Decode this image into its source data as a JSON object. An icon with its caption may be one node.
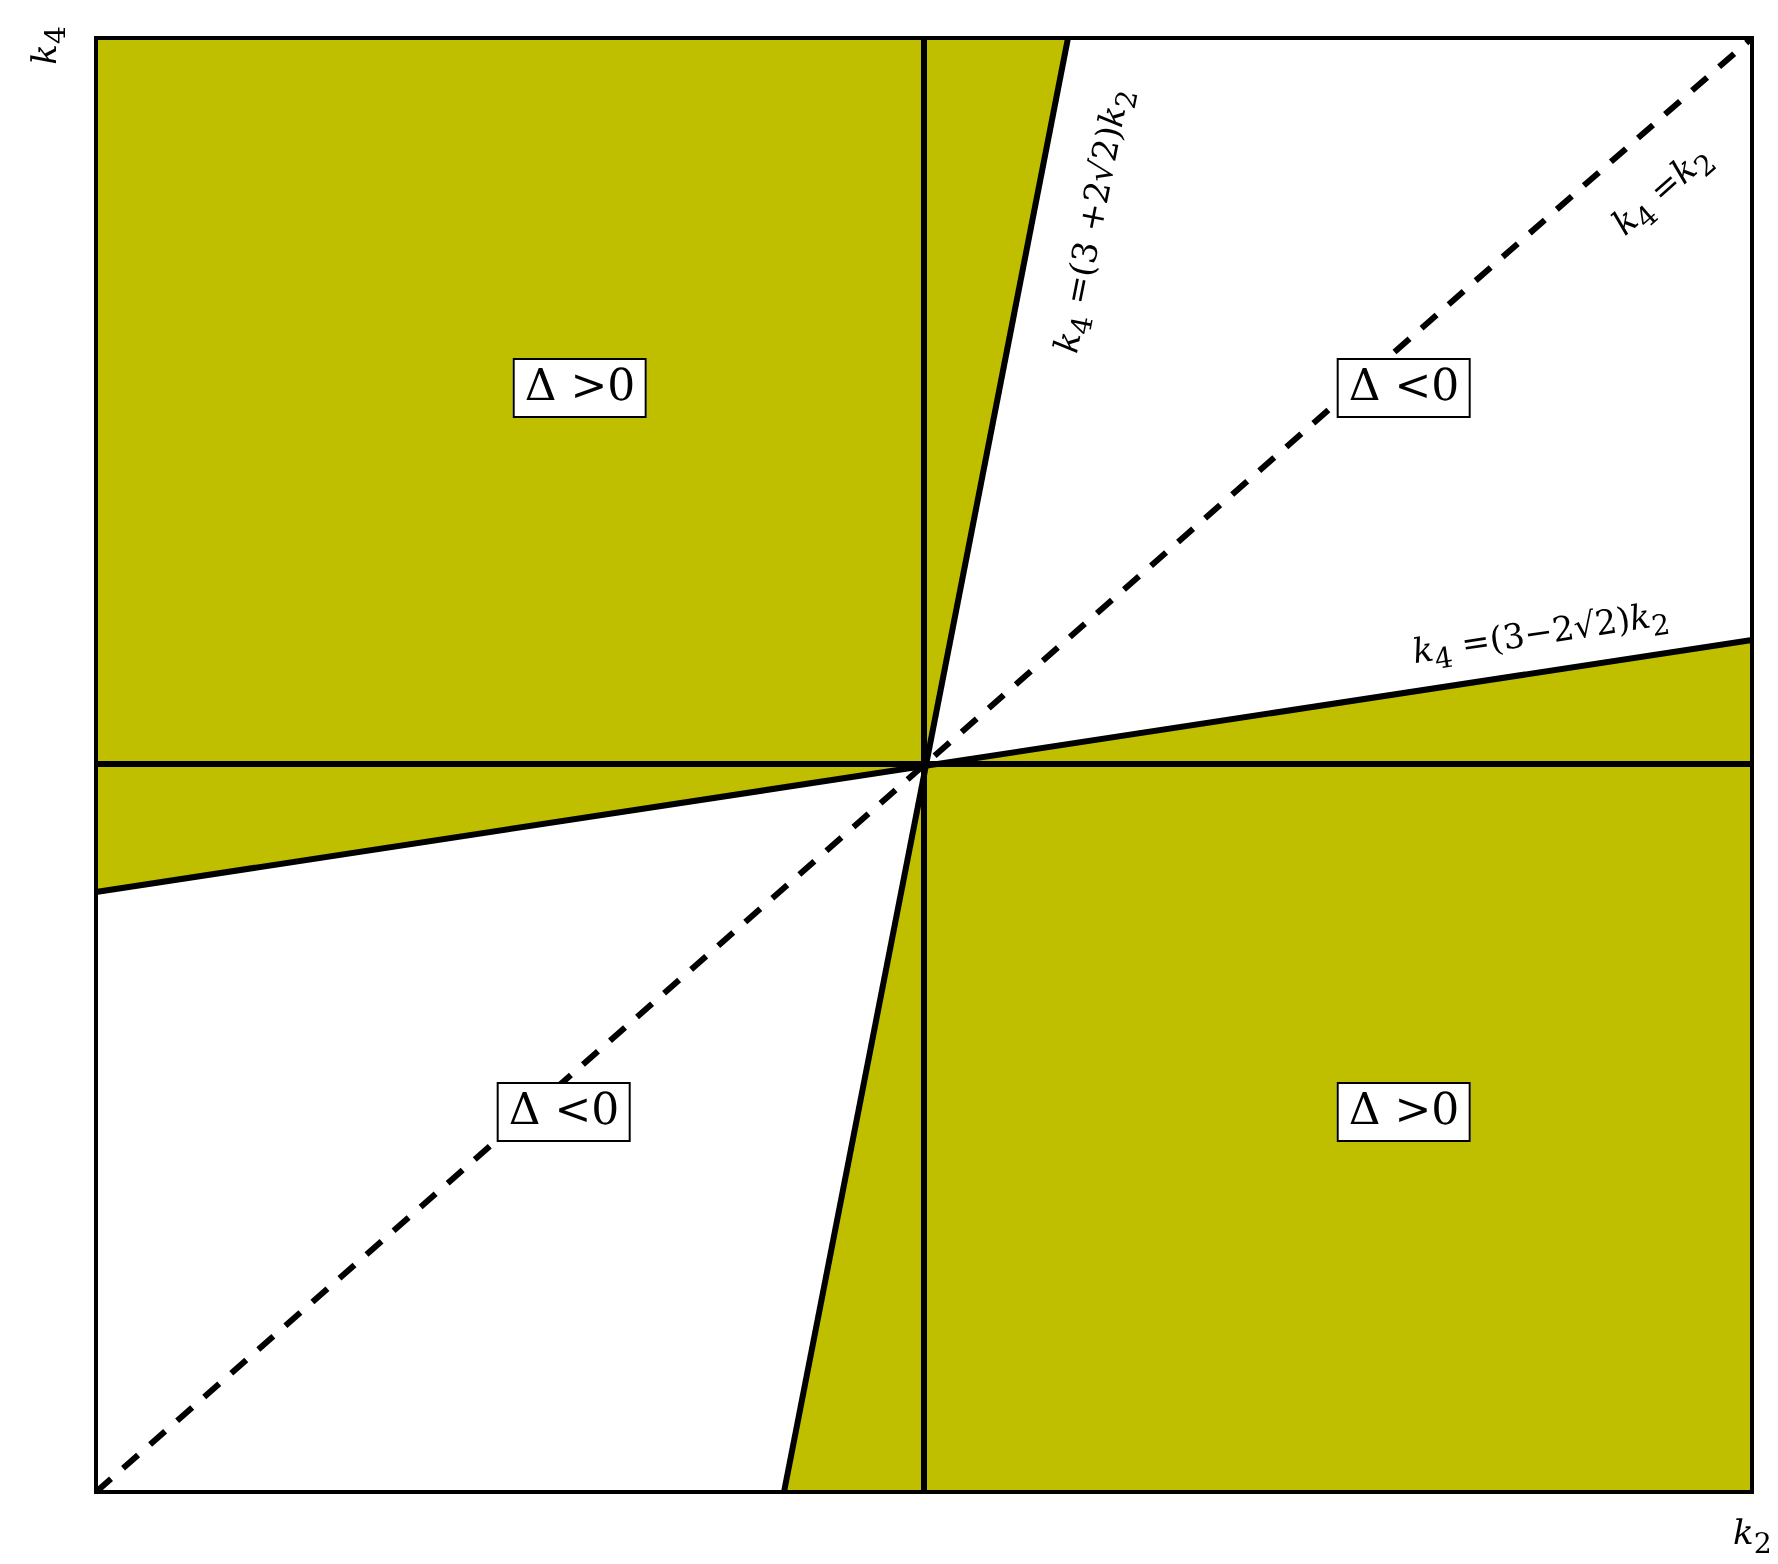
{
  "diagram": {
    "nodes": [
      {
        "text": [
          "Δ >0"
        ]
      },
      {
        "text": [
          "Δ <0"
        ]
      },
      {
        "text": [
          "Δ <0"
        ]
      },
      {
        "text": [
          "Δ >0"
        ]
      }
    ],
    "labels": [
      "*k*$_{4}$",
      "*k*$_{4}$ =(3 +2√2)*k*$_{2}$",
      "*k*$_{4}$ =*k*$_{2}$",
      "*k*$_{4}$ =(3−2√2)*k*$_{2}$",
      "*k*$_{2}$"
    ]
  }
}
